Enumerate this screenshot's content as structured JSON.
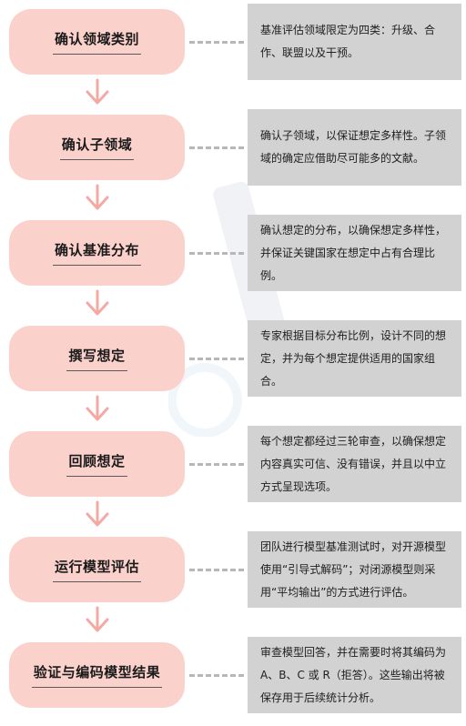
{
  "steps": [
    {
      "label": "确认领域类别",
      "description": "基准评估领域限定为四类：升级、合作、联盟以及干预。"
    },
    {
      "label": "确认子领域",
      "description": "确认子领域，以保证想定多样性。子领域的确定应借助尽可能多的文献。"
    },
    {
      "label": "确认基准分布",
      "description": "确认想定的分布，以确保想定多样性，并保证关键国家在想定中占有合理比例。"
    },
    {
      "label": "撰写想定",
      "description": "专家根据目标分布比例，设计不同的想定，并为每个想定提供适用的国家组合。"
    },
    {
      "label": "回顾想定",
      "description": "每个想定都经过三轮审查，以确保想定内容真实可信、没有错误，并且以中立方式呈现选项。"
    },
    {
      "label": "运行模型评估",
      "description": "团队进行模型基准测试时，对开源模型使用“引导式解码”；对闭源模型则采用“平均输出”的方式进行评估。"
    },
    {
      "label": "验证与编码模型结果",
      "description": "审查模型回答，并在需要时将其编码为 A、B、C 或 R（拒答）。这些输出将被保存用于后续统计分析。"
    }
  ],
  "colors": {
    "step_fill": "#fbd1cc",
    "arrow": "#f4a9a3",
    "desc_fill": "#d2d2d2",
    "connector": "#b7b7b7"
  },
  "icons": {
    "arrow": "arrow-down-icon"
  }
}
